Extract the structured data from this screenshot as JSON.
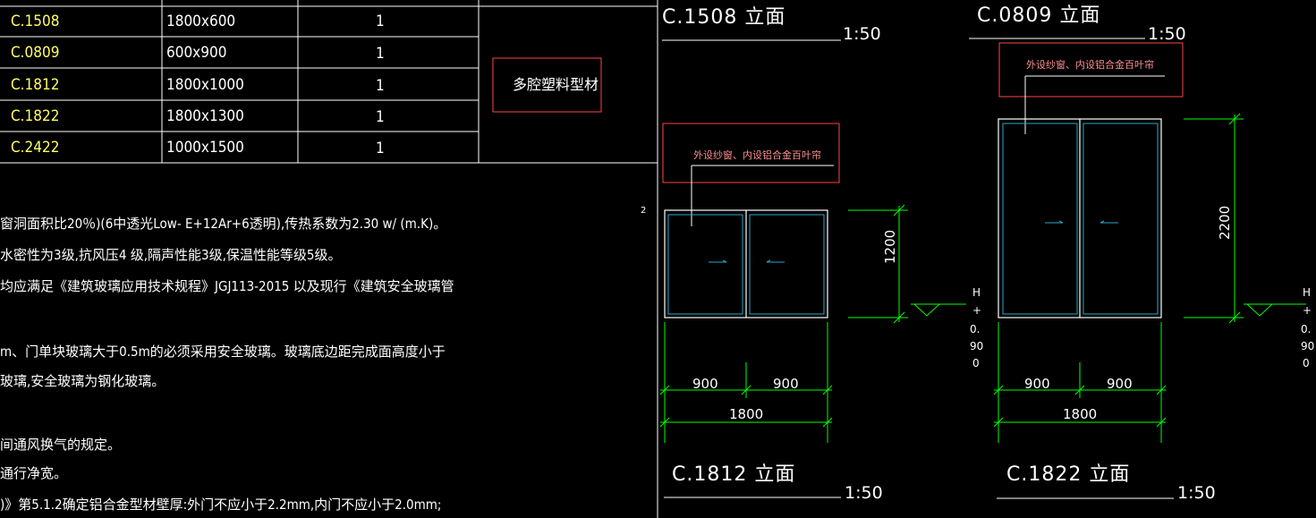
{
  "schedule": {
    "rows": [
      {
        "code": "C.1508",
        "size": "1800x600",
        "qty": "1"
      },
      {
        "code": "C.0809",
        "size": "600x900",
        "qty": "1"
      },
      {
        "code": "C.1812",
        "size": "1800x1000",
        "qty": "1"
      },
      {
        "code": "C.1822",
        "size": "1800x1300",
        "qty": "1"
      },
      {
        "code": "C.2422",
        "size": "1000x1500",
        "qty": "1"
      }
    ],
    "material": "多腔塑料型材"
  },
  "notes": [
    "窗洞面积比20％)(6中透光Low- E+12Ar+6透明),传热系数为2.30 w/ (m.K)。",
    "水密性为3级,抗风压4 级,隔声性能3级,保温性能等级5级。",
    "均应满足《建筑玻璃应用技术规程》JGJ113-2015 以及现行《建筑安全玻璃管",
    "m、门单块玻璃大于0.5m的必须采用安全玻璃。玻璃底边距完成面高度小于",
    "玻璃,安全玻璃为钢化玻璃。",
    "间通风换气的规定。",
    "通行净宽。",
    ")》第5.1.2确定铝合金型材壁厚:外门不应小于2.2mm,内门不应小于2.0mm;"
  ],
  "page_marker": "2",
  "elevations": {
    "c1508": {
      "title": "C.1508 立面",
      "scale": "1:50"
    },
    "c0809": {
      "title": "C.0809 立面",
      "scale": "1:50"
    },
    "c1812": {
      "title": "C.1812 立面",
      "scale": "1:50"
    },
    "c1822": {
      "title": "C.1822 立面",
      "scale": "1:50"
    }
  },
  "window_a": {
    "note": "外设纱窗、内设铝合金百叶帘",
    "height": "1200",
    "width_left": "900",
    "width_right": "900",
    "width_total": "1800",
    "level": {
      "h": "H",
      "plus": "+",
      "v1": "0.",
      "v2": "90",
      "v3": "0"
    }
  },
  "window_b": {
    "note": "外设纱窗、内设铝合金百叶帘",
    "height": "2200",
    "width_left": "900",
    "width_right": "900",
    "width_total": "1800",
    "level": {
      "h": "H",
      "plus": "+",
      "v1": "0.",
      "v2": "90",
      "v3": "0"
    }
  },
  "colors": {
    "background": "#000000",
    "table_code": "#ffff66",
    "dimension": "#00ff00",
    "frame": "#ffffff",
    "glass": "#2aa7c9",
    "annotation_box": "#ff4444",
    "annotation_text": "#ff8f8f"
  }
}
